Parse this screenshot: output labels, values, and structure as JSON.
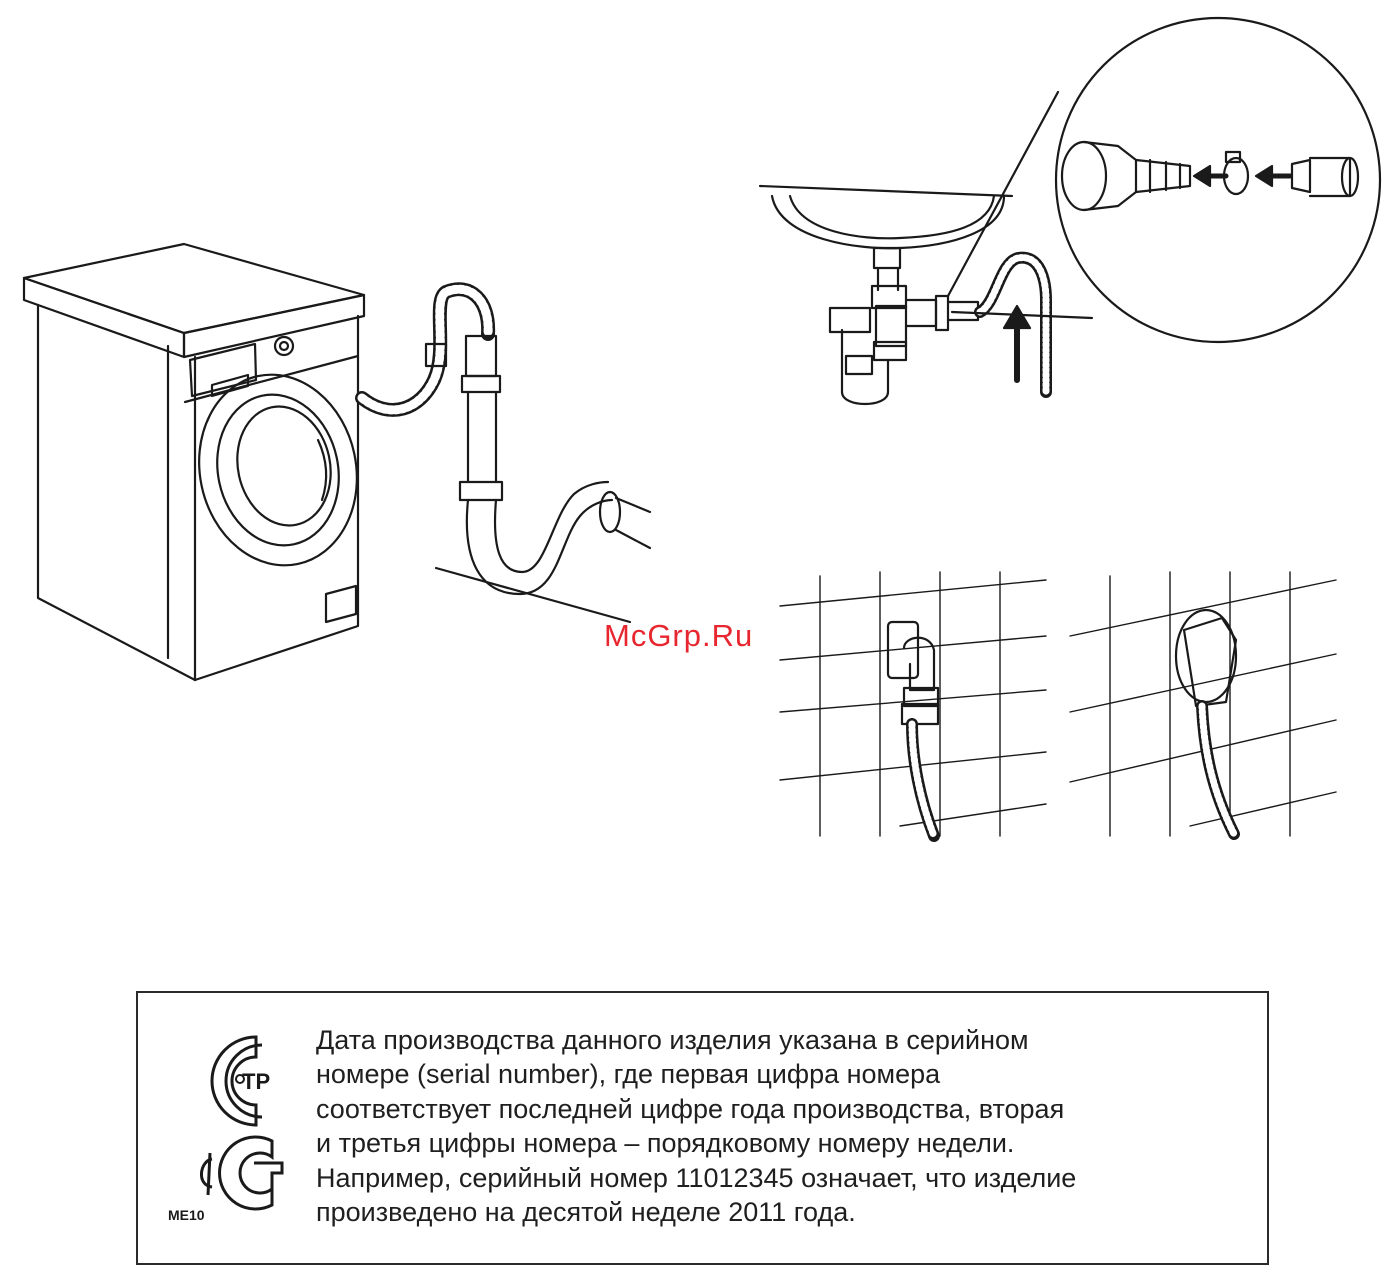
{
  "watermark": {
    "text": "McGrp.Ru",
    "color": "#e8262f"
  },
  "illustrations": [
    {
      "name": "washer-drain-standpipe",
      "icon": "washing-machine-icon"
    },
    {
      "name": "sink-siphon-connection",
      "icon": "sink-siphon-icon"
    },
    {
      "name": "wall-drain-outlet-open",
      "icon": "wall-outlet-icon"
    },
    {
      "name": "wall-drain-outlet-cover",
      "icon": "wall-outlet-cover-icon"
    }
  ],
  "note": {
    "logos": [
      {
        "icon": "eac-ctr-icon",
        "caption": ""
      },
      {
        "icon": "pct-icon",
        "caption": "ME10"
      }
    ],
    "lines": [
      "Дата производства данного изделия указана в серийном",
      "номере (serial number), где первая цифра номера",
      "соответствует последней цифре года производства, вторая",
      "и третья цифры номера – порядковому номеру недели.",
      "Например, серийный номер 11012345 означает, что изделие",
      "произведено на десятой неделе 2011 года."
    ]
  }
}
